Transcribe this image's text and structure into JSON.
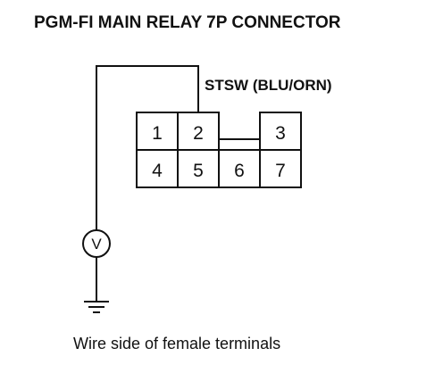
{
  "title": "PGM-FI MAIN RELAY 7P CONNECTOR",
  "wire_label": "STSW (BLU/ORN)",
  "caption": "Wire side of female terminals",
  "meter_symbol": "V",
  "connector": {
    "top_row": [
      "1",
      "2",
      "3"
    ],
    "bottom_row": [
      "4",
      "5",
      "6",
      "7"
    ]
  }
}
